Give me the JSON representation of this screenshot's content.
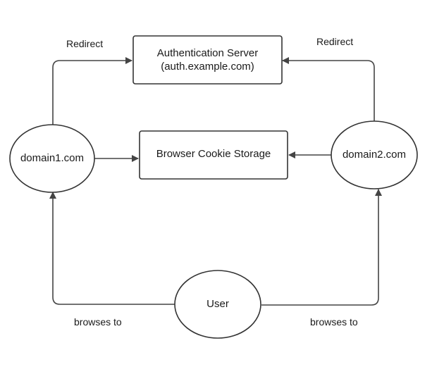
{
  "nodes": {
    "auth_server": {
      "line1": "Authentication Server",
      "line2": "(auth.example.com)"
    },
    "cookie_storage": {
      "label": "Browser Cookie Storage"
    },
    "domain1": {
      "label": "domain1.com"
    },
    "domain2": {
      "label": "domain2.com"
    },
    "user": {
      "label": "User"
    }
  },
  "edges": {
    "domain1_to_auth": {
      "label": "Redirect"
    },
    "domain2_to_auth": {
      "label": "Redirect"
    },
    "user_to_domain1": {
      "label": "browses to"
    },
    "user_to_domain2": {
      "label": "browses to"
    }
  },
  "colors": {
    "stroke": "#333333",
    "text": "#1a1a1a",
    "background": "#ffffff"
  }
}
